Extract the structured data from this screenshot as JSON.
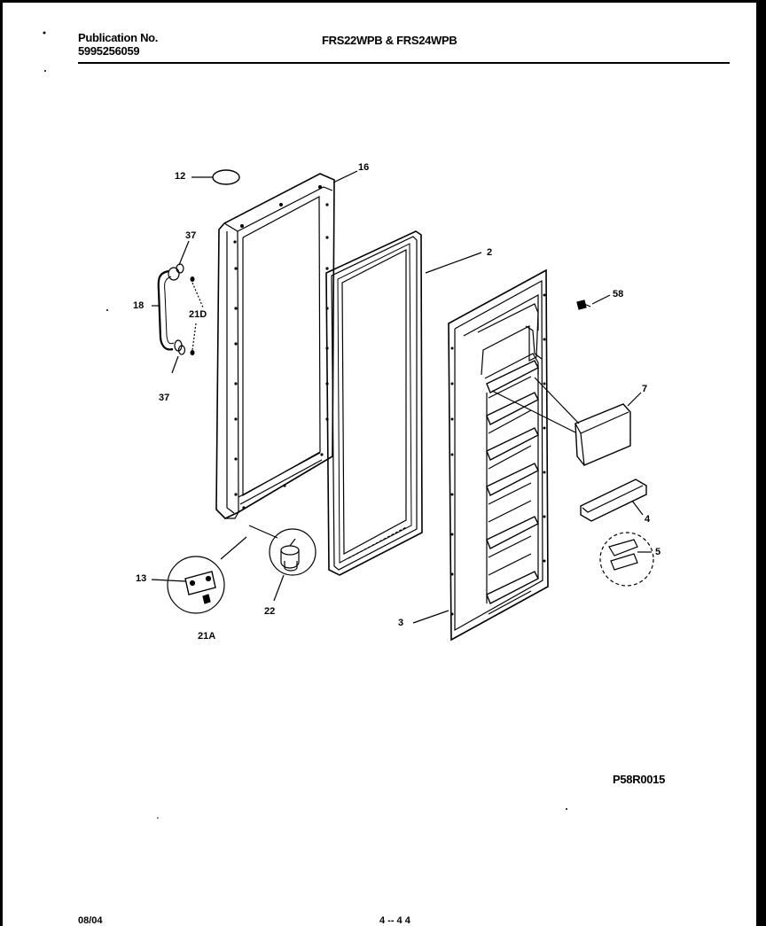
{
  "header": {
    "publication_label": "Publication No.",
    "publication_number": "5995256059",
    "models": "FRS22WPB & FRS24WPB"
  },
  "callouts": {
    "c12": "12",
    "c16": "16",
    "c37_top": "37",
    "c18": "18",
    "c21d": "21D",
    "c37_bottom": "37",
    "c2": "2",
    "c58": "58",
    "c7": "7",
    "c4": "4",
    "c5": "5",
    "c13": "13",
    "c22": "22",
    "c21a": "21A",
    "c3": "3"
  },
  "figure_code": "P58R0015",
  "footer": {
    "date": "08/04",
    "page": "4 -- 4 4"
  }
}
